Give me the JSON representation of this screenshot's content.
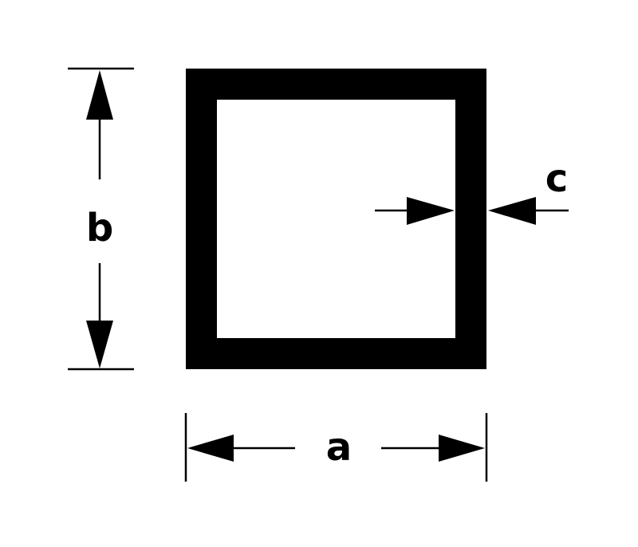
{
  "labels": {
    "width": "a",
    "height": "b",
    "thickness": "c"
  },
  "colors": {
    "stroke": "#000000",
    "background": "#ffffff"
  }
}
